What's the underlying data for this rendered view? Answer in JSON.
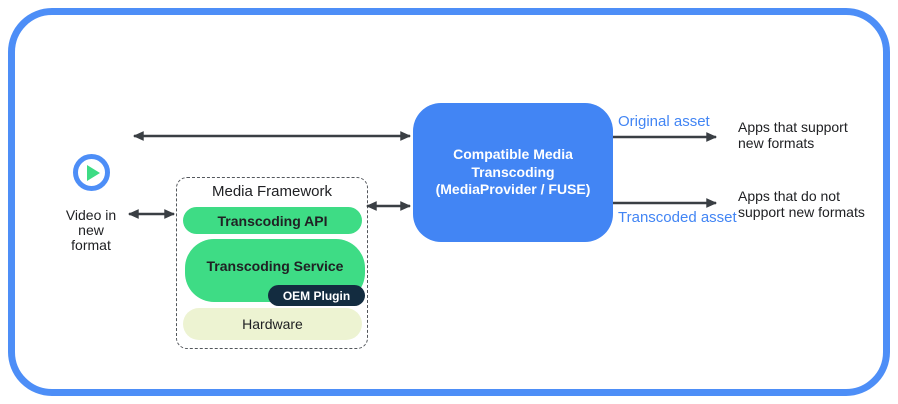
{
  "diagram": {
    "title_implicit": "Compatible media transcoding architecture",
    "source": {
      "label": "Video in\nnew\nformat",
      "icon": "play-icon"
    },
    "media_framework": {
      "title": "Media Framework",
      "layers": [
        {
          "label": "Transcoding API"
        },
        {
          "label": "Transcoding Service",
          "sub": "OEM Plugin"
        },
        {
          "label": "Hardware"
        }
      ],
      "api_label": "Transcoding API",
      "service_label": "Transcoding Service",
      "oem_label": "OEM Plugin",
      "hardware_label": "Hardware"
    },
    "transcoder": {
      "label": "Compatible Media\nTranscoding\n(MediaProvider / FUSE)"
    },
    "outputs": {
      "original_asset_label": "Original asset",
      "transcoded_asset_label": "Transcoded asset",
      "apps_support_label": "Apps that support\nnew formats",
      "apps_no_support_label": "Apps that do not\nsupport new formats"
    },
    "icons": {
      "play": "▶"
    },
    "colors": {
      "frame_blue": "#4d8ef7",
      "transcoder_blue": "#4285f4",
      "pill_green": "#3edc85",
      "hardware_cream": "#edf3d2",
      "oem_navy": "#132c40",
      "asset_label_blue": "#4285f4",
      "arrow_gray": "#3a3f44",
      "text_dark": "#202124"
    }
  }
}
